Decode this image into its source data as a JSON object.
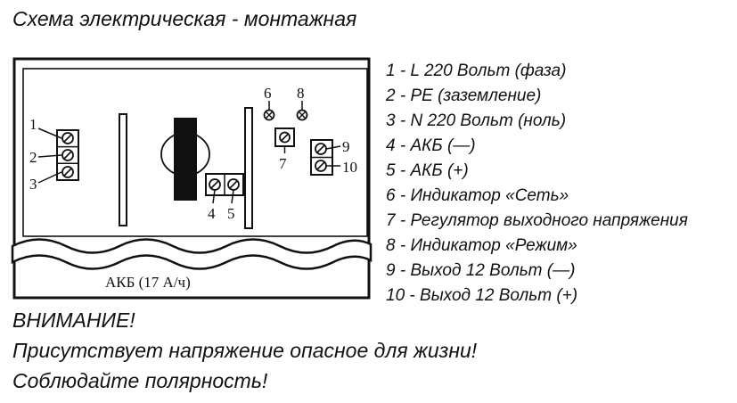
{
  "title": "Схема электрическая - монтажная",
  "diagram": {
    "terminal_labels": [
      "1",
      "2",
      "3",
      "4",
      "5",
      "6",
      "7",
      "8",
      "9",
      "10"
    ],
    "battery_label": "АКБ (17 А/ч)"
  },
  "legend": [
    "1 - L 220 Вольт (фаза)",
    "2 - PE (заземление)",
    "3 - N 220 Вольт (ноль)",
    "4 - АКБ (—)",
    "5 - АКБ (+)",
    "6 - Индикатор «Сеть»",
    "7 - Регулятор выходного напряжения",
    "8 - Индикатор «Режим»",
    "9 - Выход 12 Вольт (—)",
    "10 - Выход 12 Вольт (+)"
  ],
  "warning": {
    "heading": "ВНИМАНИЕ!",
    "line1": "Присутствует напряжение опасное для жизни!",
    "line2": "Соблюдайте полярность!"
  }
}
